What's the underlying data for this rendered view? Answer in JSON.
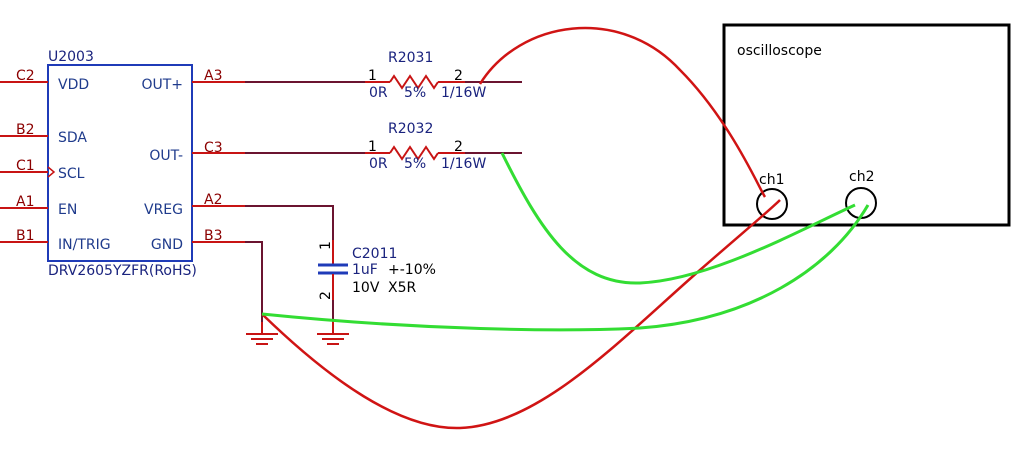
{
  "ic": {
    "ref": "U2003",
    "part": "DRV2605YZFR(RoHS)",
    "left_pins": [
      {
        "num": "C2",
        "name": "VDD"
      },
      {
        "num": "B2",
        "name": "SDA"
      },
      {
        "num": "C1",
        "name": "SCL"
      },
      {
        "num": "A1",
        "name": "EN"
      },
      {
        "num": "B1",
        "name": "IN/TRIG"
      }
    ],
    "right_pins": [
      {
        "num": "A3",
        "name": "OUT+"
      },
      {
        "num": "C3",
        "name": "OUT-"
      },
      {
        "num": "A2",
        "name": "VREG"
      },
      {
        "num": "B3",
        "name": "GND"
      }
    ]
  },
  "r1": {
    "ref": "R2031",
    "pin1": "1",
    "pin2": "2",
    "value": "0R",
    "tolerance": "5%",
    "power": "1/16W"
  },
  "r2": {
    "ref": "R2032",
    "pin1": "1",
    "pin2": "2",
    "value": "0R",
    "tolerance": "5%",
    "power": "1/16W"
  },
  "cap": {
    "ref": "C2011",
    "pin1": "1",
    "pin2": "2",
    "value": "1uF",
    "tolerance": "+-10%",
    "voltage": "10V",
    "dielectric": "X5R"
  },
  "scope": {
    "label": "oscilloscope",
    "ch1": "ch1",
    "ch2": "ch2"
  },
  "colors": {
    "probe_ch1": "#d01414",
    "probe_ch2": "#33dd33",
    "wire": "#6b1430",
    "symbol": "#1f3bb8"
  }
}
